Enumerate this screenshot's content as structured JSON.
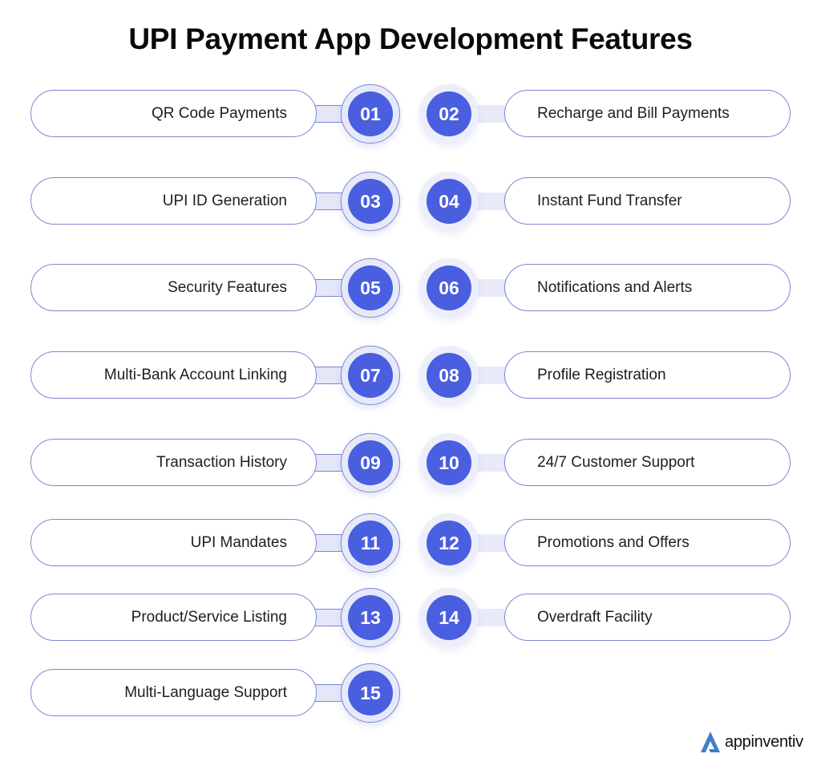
{
  "title": "UPI Payment App Development Features",
  "colors": {
    "accent": "#4a5ee0",
    "ring_fill": "#e6e9f8",
    "outline": "#7d87d4",
    "logo_blue": "#3f7fc9"
  },
  "features": [
    {
      "number": "01",
      "label": "QR Code Payments",
      "side": "left"
    },
    {
      "number": "02",
      "label": "Recharge and Bill Payments",
      "side": "right"
    },
    {
      "number": "03",
      "label": "UPI ID Generation",
      "side": "left"
    },
    {
      "number": "04",
      "label": "Instant Fund Transfer",
      "side": "right"
    },
    {
      "number": "05",
      "label": "Security Features",
      "side": "left"
    },
    {
      "number": "06",
      "label": "Notifications and Alerts",
      "side": "right"
    },
    {
      "number": "07",
      "label": "Multi-Bank Account Linking",
      "side": "left"
    },
    {
      "number": "08",
      "label": "Profile Registration",
      "side": "right"
    },
    {
      "number": "09",
      "label": "Transaction History",
      "side": "left"
    },
    {
      "number": "10",
      "label": "24/7 Customer Support",
      "side": "right"
    },
    {
      "number": "11",
      "label": "UPI Mandates",
      "side": "left"
    },
    {
      "number": "12",
      "label": "Promotions and Offers",
      "side": "right"
    },
    {
      "number": "13",
      "label": "Product/Service Listing",
      "side": "left"
    },
    {
      "number": "14",
      "label": "Overdraft Facility",
      "side": "right"
    },
    {
      "number": "15",
      "label": "Multi-Language Support",
      "side": "left"
    }
  ],
  "logo": {
    "text": "appinventiv",
    "icon": "appinventiv-a-icon"
  }
}
